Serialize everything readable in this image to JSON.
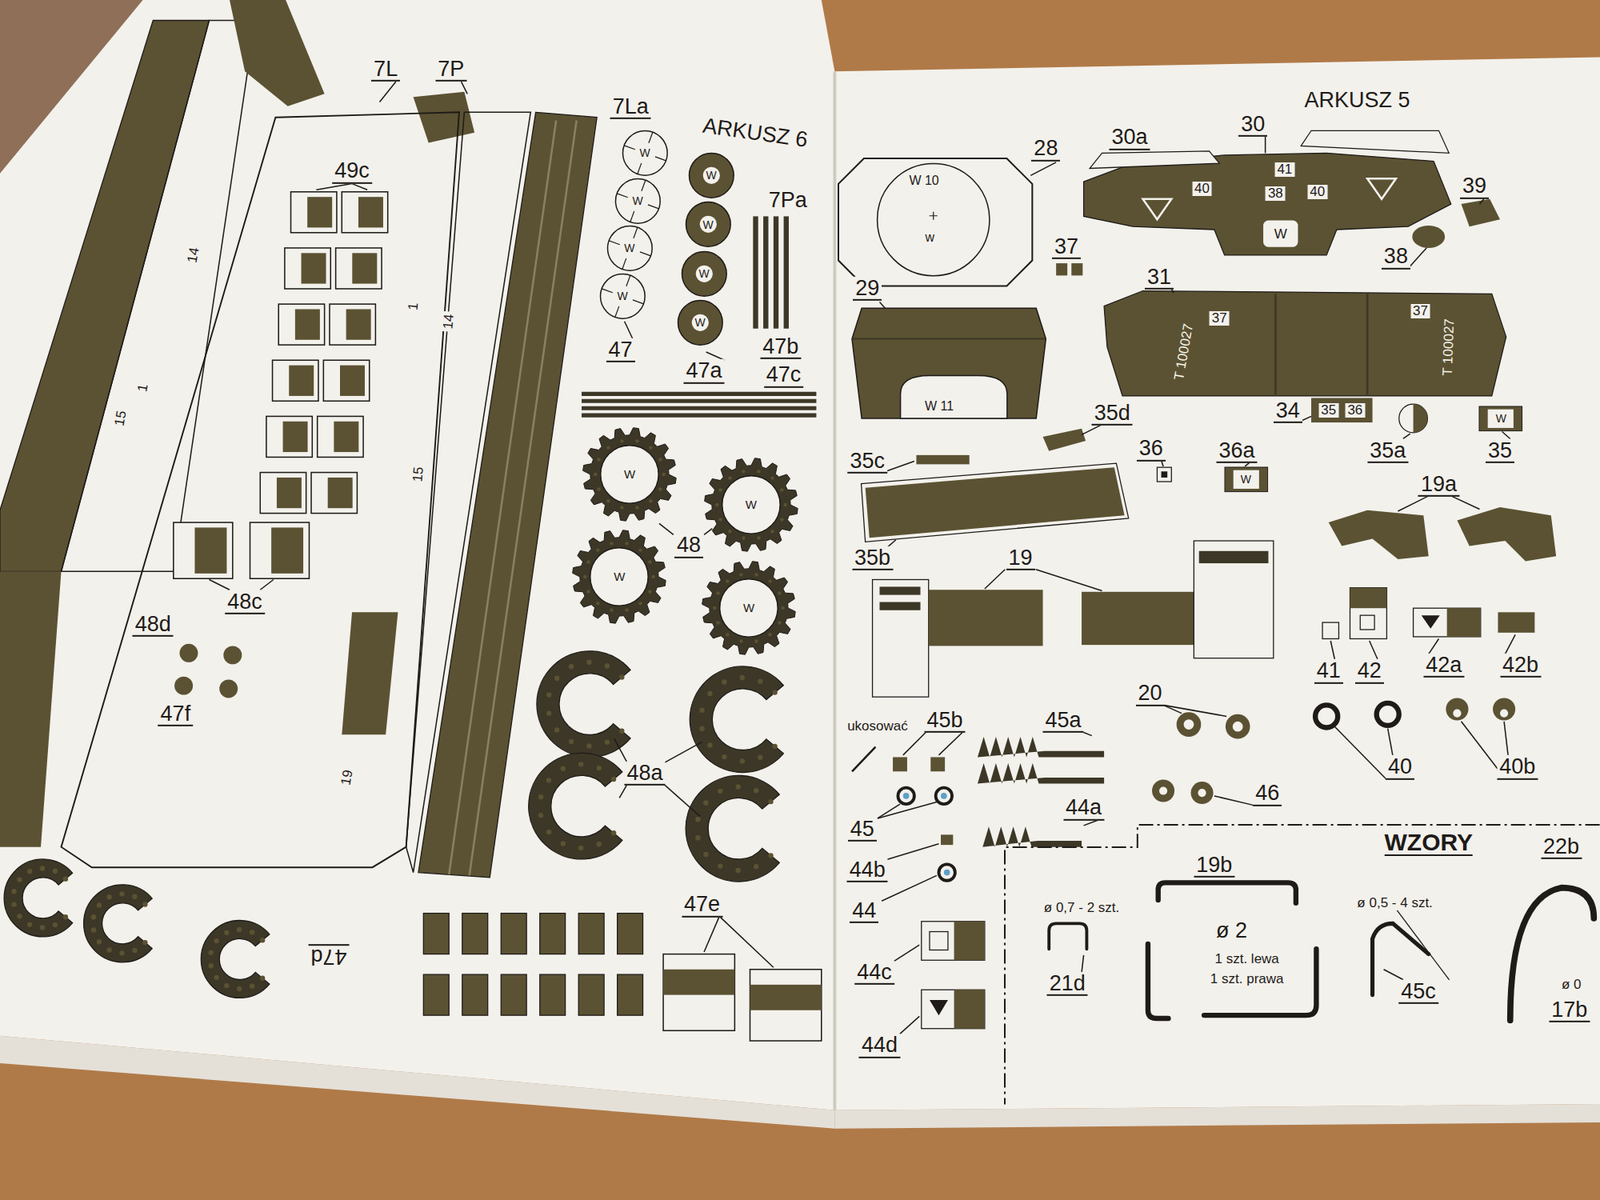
{
  "diagram": {
    "nodes": [
      {
        "text": [
          "W"
        ]
      },
      {
        "text": [
          "W"
        ]
      },
      {
        "text": [
          "W"
        ]
      },
      {
        "text": [
          "W"
        ]
      },
      {
        "text": [
          "W"
        ]
      },
      {
        "text": [
          "W"
        ]
      },
      {
        "text": [
          "W"
        ]
      },
      {
        "text": [
          "W"
        ]
      },
      {
        "text": [
          "W"
        ]
      },
      {
        "text": [
          "W"
        ]
      },
      {
        "text": [
          "W"
        ]
      },
      {
        "text": [
          "W"
        ]
      },
      {
        "text": [
          "W 10",
          "w"
        ]
      },
      {
        "text": [
          "W 11"
        ]
      },
      {
        "text": [
          "W"
        ]
      },
      {
        "text": [
          "W"
        ]
      },
      {
        "text": [
          "WZORY"
        ]
      }
    ],
    "labels": [
      "7L",
      "7P",
      "7La",
      "ARKUSZ 6",
      "7Pa",
      "49c",
      "14",
      "14",
      "15",
      "15",
      "1",
      "1",
      "19",
      "47",
      "47a",
      "47b",
      "47c",
      "48",
      "48c",
      "48d",
      "47f",
      "48a",
      "47d",
      "47e",
      "ARKUSZ 5",
      "28",
      "30a",
      "30",
      "39",
      "41",
      "40",
      "38",
      "40",
      "W",
      "37",
      "38",
      "29",
      "31",
      "37",
      "T 100027",
      "37",
      "T 100027",
      "35d",
      "34",
      "35",
      "36",
      "35a",
      "35",
      "35c",
      "36",
      "36a",
      "19a",
      "35b",
      "19",
      "20",
      "41",
      "42",
      "42a",
      "42b",
      "ukosować",
      "45b",
      "45a",
      "45",
      "44a",
      "46",
      "40",
      "40b",
      "44b",
      "44",
      "44c",
      "44d",
      "22b",
      "19b",
      "ø 0,7 - 2 szt.",
      "ø 2",
      "ø 0,5 - 4 szt.",
      "21d",
      "1 szt. lewa",
      "1 szt. prawa",
      "45c",
      "ø 0",
      "17b"
    ]
  }
}
